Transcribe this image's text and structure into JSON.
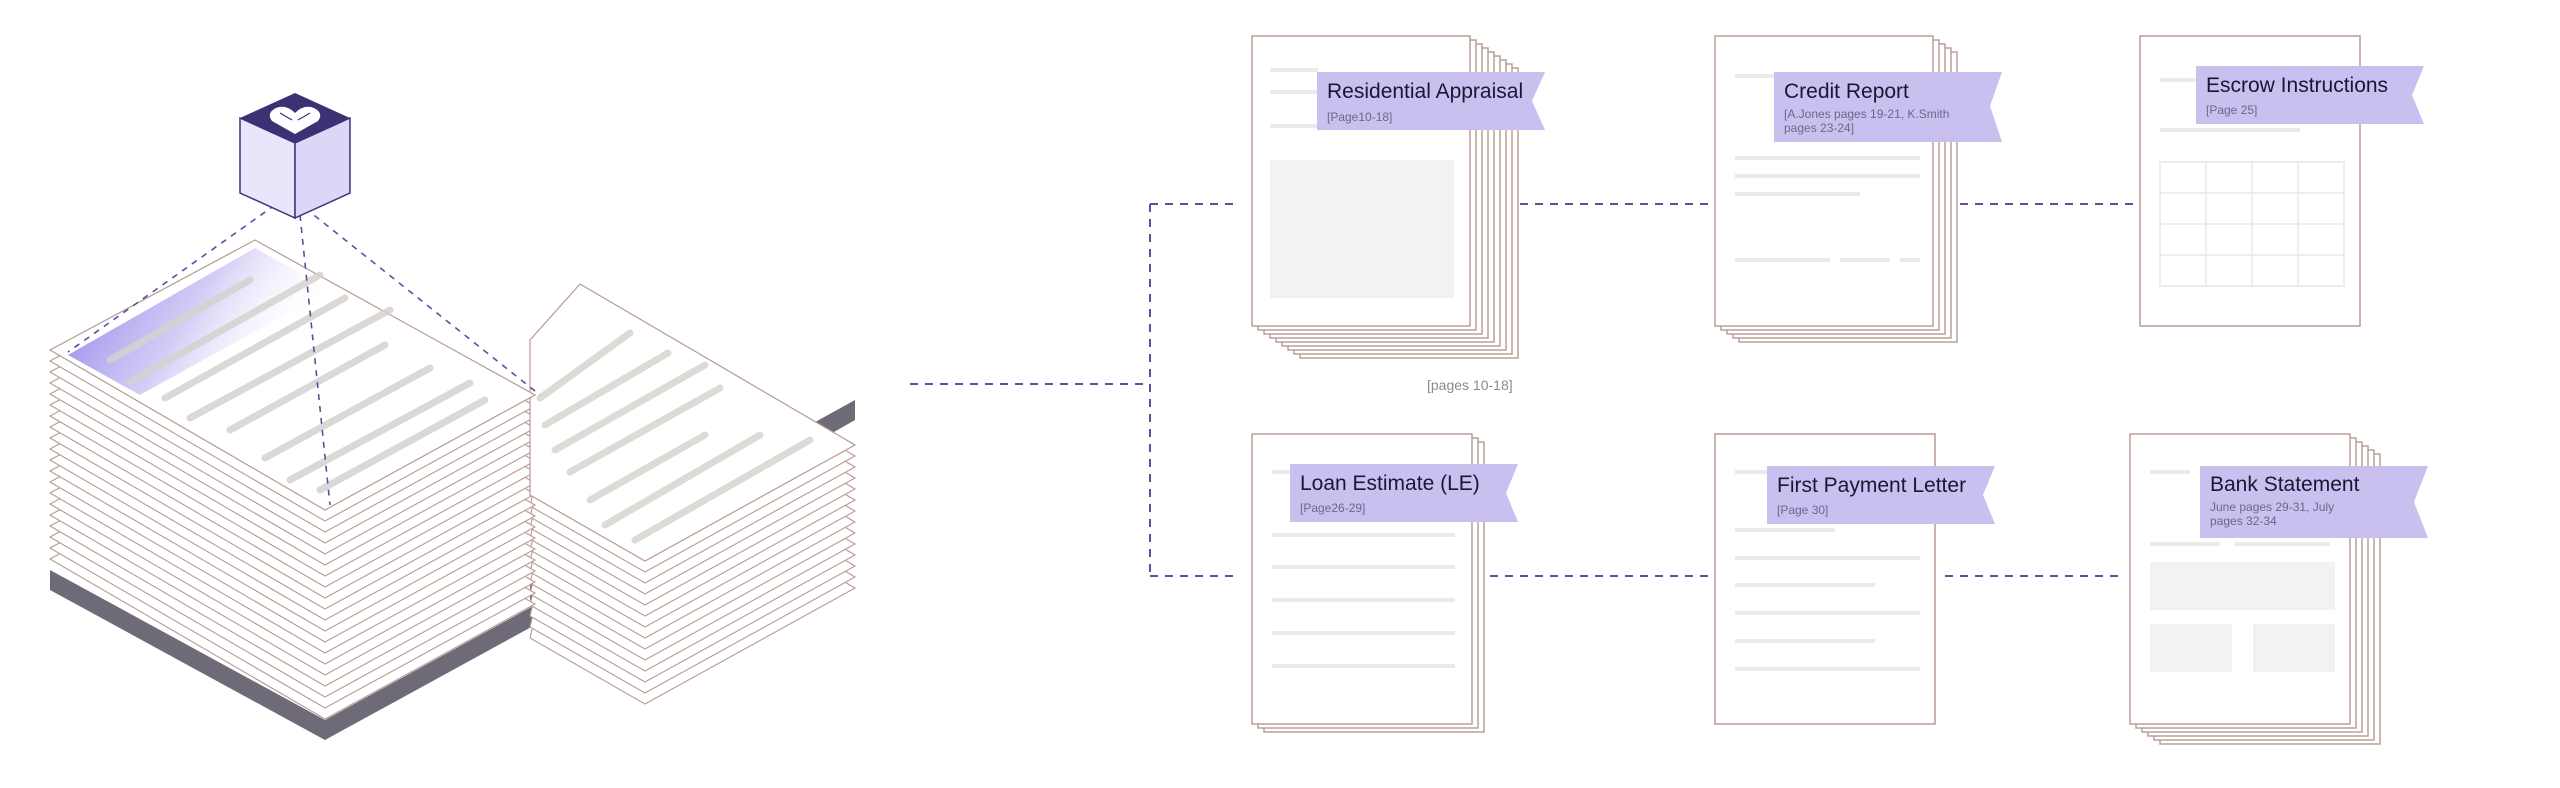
{
  "colors": {
    "accent": "#8a7fe0",
    "tag_fill": "#c9c0f0",
    "page_border": "#b79a92",
    "connector": "#5b4f9e",
    "cube_dark": "#3b3276",
    "shadow": "#6f6a78"
  },
  "icons": {
    "cube": "heart-logo-cube-icon"
  },
  "documents": [
    {
      "title": "Residential Appraisal",
      "subtitle": "[Page10-18]",
      "caption": "[pages 10-18]"
    },
    {
      "title": "Credit Report",
      "subtitle_lines": [
        "[A.Jones pages 19-21, K.Smith",
        "pages 23-24]"
      ]
    },
    {
      "title": "Escrow Instructions",
      "subtitle": "[Page 25]"
    },
    {
      "title": "Loan Estimate (LE)",
      "subtitle": "[Page26-29]"
    },
    {
      "title": "First Payment Letter",
      "subtitle": "[Page 30]"
    },
    {
      "title": "Bank Statement",
      "subtitle_lines": [
        "June pages 29-31, July",
        "pages 32-34"
      ]
    }
  ]
}
